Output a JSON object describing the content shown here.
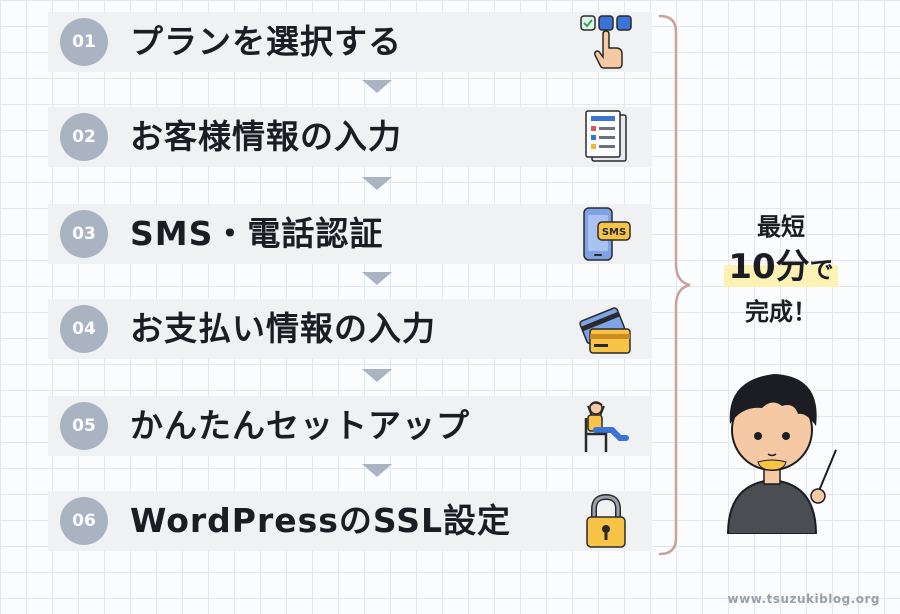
{
  "steps": [
    {
      "number": "01",
      "label": "プランを選択する",
      "icon": "pointing-hand-icon"
    },
    {
      "number": "02",
      "label": "お客様情報の入力",
      "icon": "form-document-icon"
    },
    {
      "number": "03",
      "label": "SMS・電話認証",
      "icon": "smartphone-sms-icon"
    },
    {
      "number": "04",
      "label": "お支払い情報の入力",
      "icon": "credit-card-icon"
    },
    {
      "number": "05",
      "label": "かんたんセットアップ",
      "icon": "relaxing-person-icon"
    },
    {
      "number": "06",
      "label": "WordPressのSSL設定",
      "icon": "padlock-icon"
    }
  ],
  "result": {
    "line1": "最短",
    "line2_big": "10分",
    "line2_small": "で",
    "line3": "完成！"
  },
  "watermark": "www.tsuzukiblog.org",
  "colors": {
    "step_background": "#f0f1f3",
    "number_badge": "#a9b3c2",
    "arrow": "#a9b3c2",
    "brace": "#c9a39b",
    "highlight": "#fbf2b4"
  }
}
